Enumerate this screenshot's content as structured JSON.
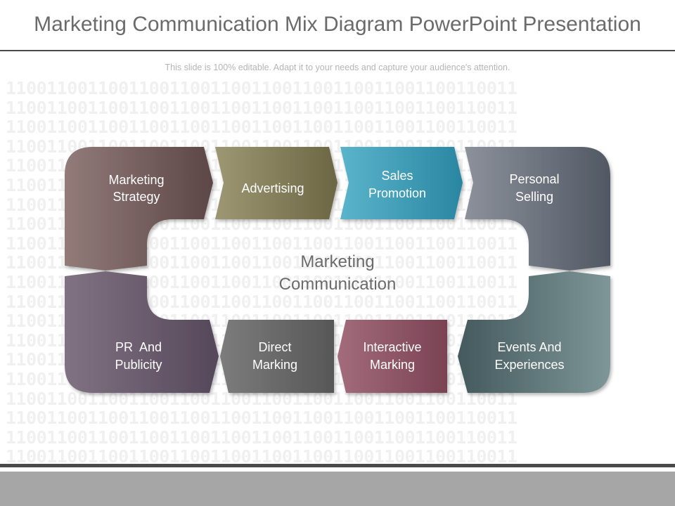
{
  "header": {
    "title": "Marketing Communication Mix Diagram PowerPoint Presentation",
    "subtitle": "This slide is 100% editable. Adapt it to your needs and capture your audience's attention."
  },
  "background": {
    "pattern_line": "11001100110011001100110011001100110011001100110011"
  },
  "diagram": {
    "center": {
      "line1": "Marketing",
      "line2": "Communication"
    },
    "segments": [
      {
        "id": "marketing-strategy",
        "lines": [
          "Marketing",
          "Strategy"
        ],
        "color": "#7e6564"
      },
      {
        "id": "advertising",
        "lines": [
          "Advertising"
        ],
        "color": "#847c5a"
      },
      {
        "id": "sales-promotion",
        "lines": [
          "Sales",
          "Promotion"
        ],
        "color": "#3a98b2"
      },
      {
        "id": "personal-selling",
        "lines": [
          "Personal",
          "Selling"
        ],
        "color": "#6e7480"
      },
      {
        "id": "pr-and-publicity",
        "lines": [
          "PR  And",
          "Publicity"
        ],
        "color": "#6c5f6d"
      },
      {
        "id": "direct-marking",
        "lines": [
          "Direct",
          "Marking"
        ],
        "color": "#686868"
      },
      {
        "id": "interactive-marking",
        "lines": [
          "Interactive",
          "Marking"
        ],
        "color": "#8d5565"
      },
      {
        "id": "events-and-experiences",
        "lines": [
          "Events And",
          "Experiences"
        ],
        "color": "#5a7275"
      }
    ]
  }
}
